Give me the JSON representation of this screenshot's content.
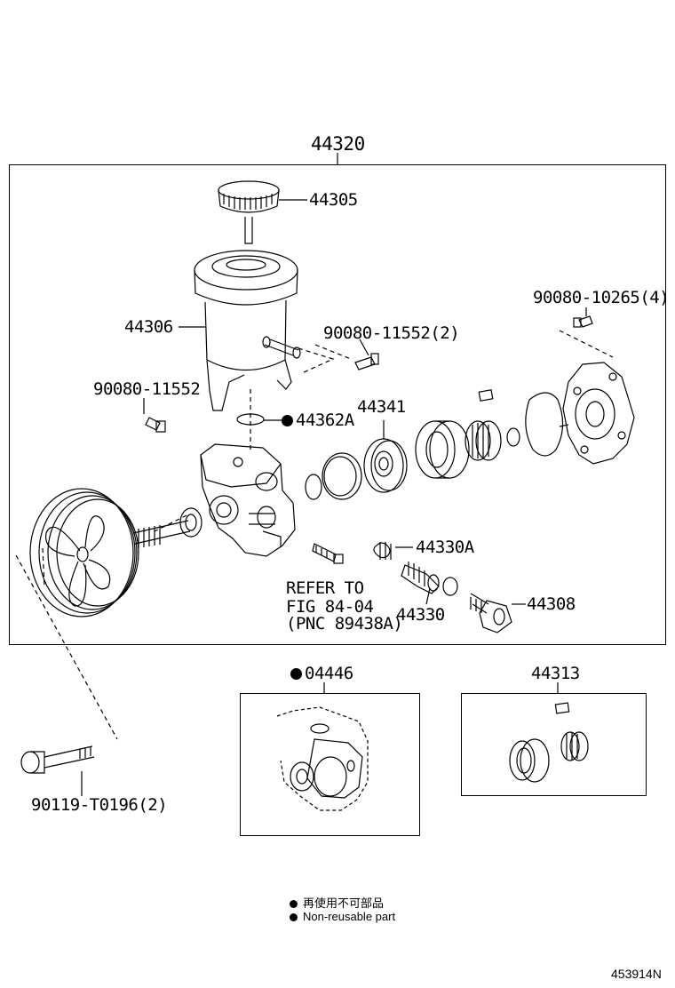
{
  "assembly_label": "44320",
  "labels": {
    "cap": "44305",
    "reservoir": "44306",
    "bolt_upper_right": "90080-10265(4)",
    "bolt_reservoir": "90080-11552(2)",
    "bolt_left": "90080-11552",
    "oring": "44362A",
    "seal": "44341",
    "spring_a": "44330A",
    "valve": "44330",
    "union": "44308",
    "refer_line1": "REFER TO",
    "refer_line2": "FIG 84-04",
    "refer_line3": "(PNC 89438A)",
    "gasket_kit": "04446",
    "cam_kit": "44313",
    "pulley_bolt": "90119-T0196(2)"
  },
  "legend": {
    "jp": "再使用不可部品",
    "en": "Non-reusable part"
  },
  "figure_code": "453914N"
}
